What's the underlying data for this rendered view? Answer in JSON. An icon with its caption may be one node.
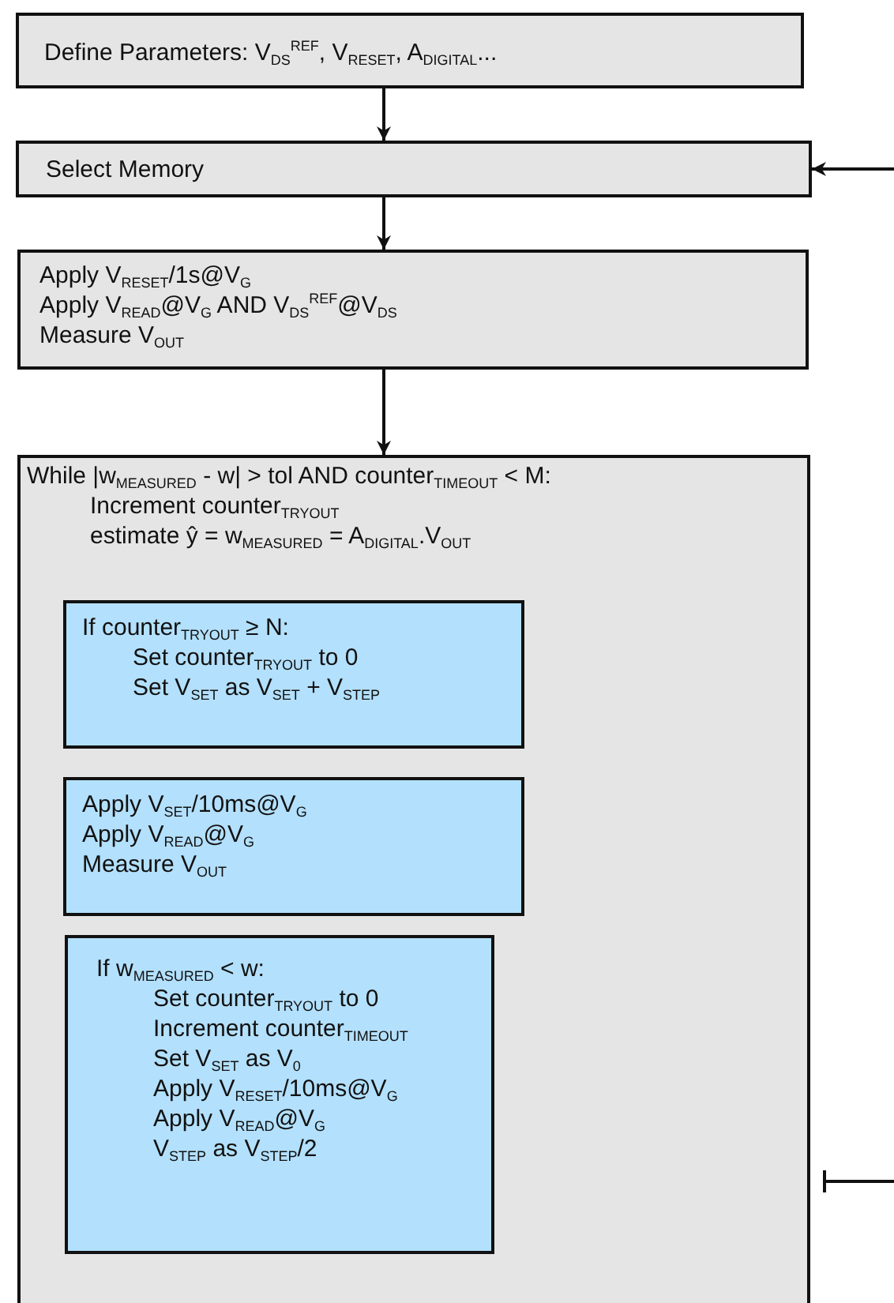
{
  "diagram": {
    "nodes": [
      {
        "text": [
          "Define Parameters: V$_{DS}$$^{REF}$, V$_{RESET}$, A$_{DIGITAL}$..."
        ]
      },
      {
        "text": [
          "Select Memory"
        ]
      },
      {
        "text": [
          "Apply V$_{RESET}$/1s@V$_{G}$",
          "Apply V$_{READ}$@V$_{G}$ AND V$_{DS}$$^{REF}$@V$_{DS}$",
          "Measure V$_{OUT}$"
        ]
      },
      {
        "text": [
          "While |w$_{MEASURED}$ - w| > tol AND counter$_{TIMEOUT}$ < M:",
          "Increment counter$_{TRYOUT}$",
          "estimate ŷ = w$_{MEASURED}$ = A$_{DIGITAL}$.V$_{OUT}$"
        ]
      },
      {
        "text": [
          "If counter$_{TRYOUT}$ ≥ N:",
          "Set counter$_{TRYOUT}$ to 0",
          "Set V$_{SET}$ as V$_{SET}$ + V$_{STEP}$"
        ],
        "in": 3
      },
      {
        "text": [
          "Apply V$_{SET}$/10ms@V$_{G}$",
          "Apply V$_{READ}$@V$_{G}$",
          "Measure V$_{OUT}$"
        ],
        "in": 3
      },
      {
        "text": [
          "If w$_{MEASURED}$ < w:",
          "Set counter$_{TRYOUT}$ to 0",
          "Increment counter$_{TIMEOUT}$",
          "Set V$_{SET}$ as V$_{0}$",
          "Apply V$_{RESET}$/10ms@V$_{G}$",
          "Apply V$_{READ}$@V$_{G}$",
          "V$_{STEP}$ as V$_{STEP}$/2"
        ],
        "in": 3
      }
    ],
    "edges": [
      {
        "from": 0,
        "to": 1,
        "arrow": "to"
      },
      {
        "from": 1,
        "to": 2,
        "arrow": "to"
      },
      {
        "from": 2,
        "to": 3,
        "arrow": "to"
      },
      {
        "from": null,
        "to": 1,
        "arrow": "to"
      },
      {
        "from": 3,
        "to": null,
        "arrow": "other"
      }
    ]
  }
}
